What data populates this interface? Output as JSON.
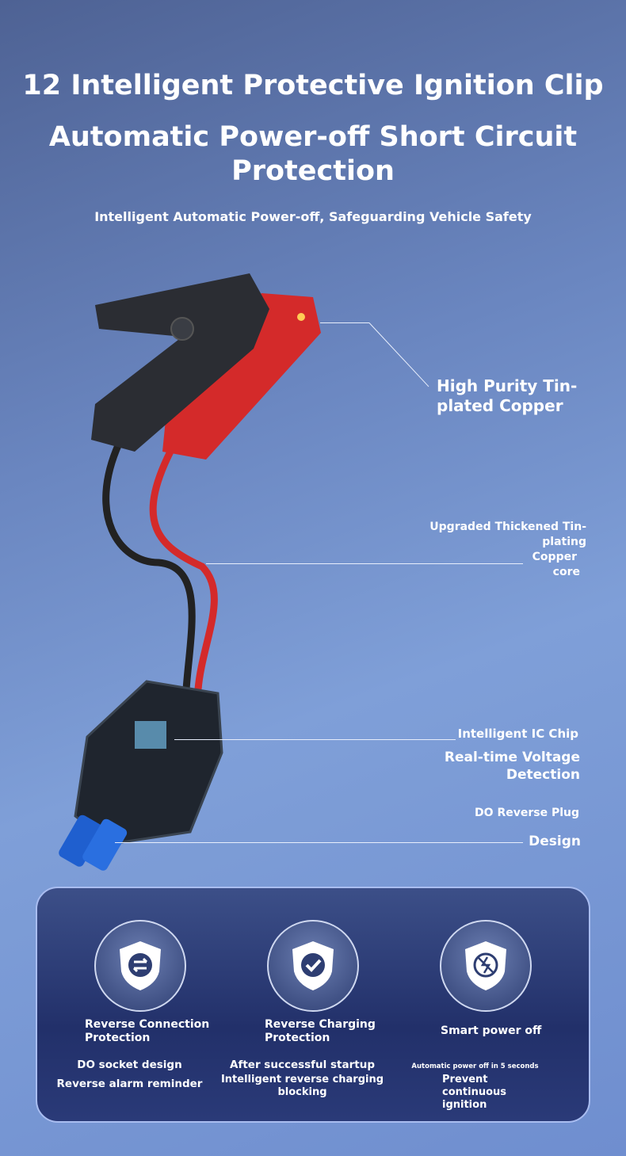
{
  "header": {
    "title": "12 Intelligent Protective Ignition Clip",
    "headline": "Automatic Power-off Short Circuit Protection",
    "subtitle": "Intelligent Automatic Power-off, Safeguarding Vehicle Safety"
  },
  "callouts": {
    "copper": "High Purity Tin-plated Copper",
    "core": [
      "Upgraded Thickened Tin-",
      "plating",
      "Copper",
      "core"
    ],
    "chip": "Intelligent IC Chip",
    "voltage": [
      "Real-time Voltage",
      "Detection"
    ],
    "plug": "DO Reverse Plug",
    "design": "Design"
  },
  "features": [
    {
      "icon": "shield-reverse-icon",
      "title": [
        "Reverse Connection",
        "Protection"
      ],
      "desc": [
        "DO socket design",
        "Reverse alarm reminder"
      ]
    },
    {
      "icon": "shield-check-icon",
      "title": [
        "Reverse Charging",
        "Protection"
      ],
      "desc": [
        "After successful startup",
        "Intelligent reverse charging blocking"
      ]
    },
    {
      "icon": "shield-power-off-icon",
      "title": [
        "Smart power off"
      ],
      "desc": [
        "Automatic power off in 5 seconds",
        "Prevent continuous ignition"
      ]
    }
  ],
  "colors": {
    "clamp_red": "#d42a2a",
    "clamp_black": "#2b2d33",
    "panel": "#22306a"
  }
}
